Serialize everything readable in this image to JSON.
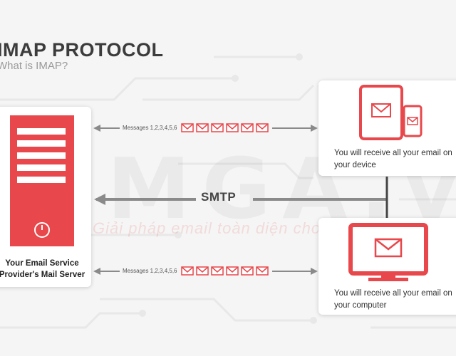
{
  "title": "IMAP PROTOCOL",
  "subtitle": "What is IMAP?",
  "watermark": {
    "brand": "MGA.vn",
    "tagline": "Giải pháp email toàn diện cho doanh nghiệp"
  },
  "server": {
    "label_line1": "Your Email Service",
    "label_line2": "Provider's Mail Server",
    "icon": "server-icon"
  },
  "device": {
    "caption_line1": "You will receive all your email on",
    "caption_line2": "your device",
    "icons": [
      "tablet-icon",
      "phone-icon",
      "envelope-icon"
    ]
  },
  "computer": {
    "caption_line1": "You will receive all your email on",
    "caption_line2": "your computer",
    "icons": [
      "monitor-icon",
      "envelope-icon"
    ]
  },
  "connections": {
    "top_messages": "Messages 1,2,3,4,5,6",
    "bottom_messages": "Messages 1,2,3,4,5,6",
    "smtp": "SMTP"
  },
  "colors": {
    "accent": "#e8474b",
    "arrow": "#8a8a8a",
    "title": "#3c3c3c",
    "subtitle": "#9a9a9a"
  }
}
